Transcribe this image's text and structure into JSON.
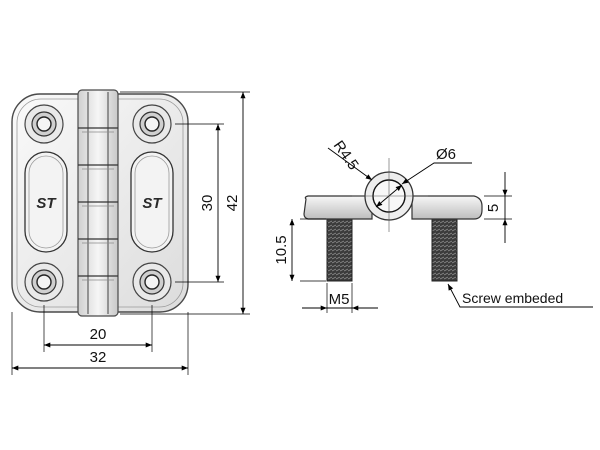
{
  "drawing": {
    "front_view": {
      "dim_width_inner": "20",
      "dim_width_outer": "32",
      "dim_height_inner": "30",
      "dim_height_outer": "42",
      "logo_text": "ST"
    },
    "side_view": {
      "dim_radius": "R4.5",
      "dim_diameter": "Ø6",
      "dim_thickness": "5",
      "dim_screw_length": "10.5",
      "dim_thread": "M5",
      "note_screw": "Screw embeded"
    }
  },
  "colors": {
    "plate": "#f1f1f1",
    "plate_edge": "#4a4a4a",
    "knuckle": "#e4e4e4",
    "screw": "#3a3a3a",
    "line": "#000000"
  }
}
